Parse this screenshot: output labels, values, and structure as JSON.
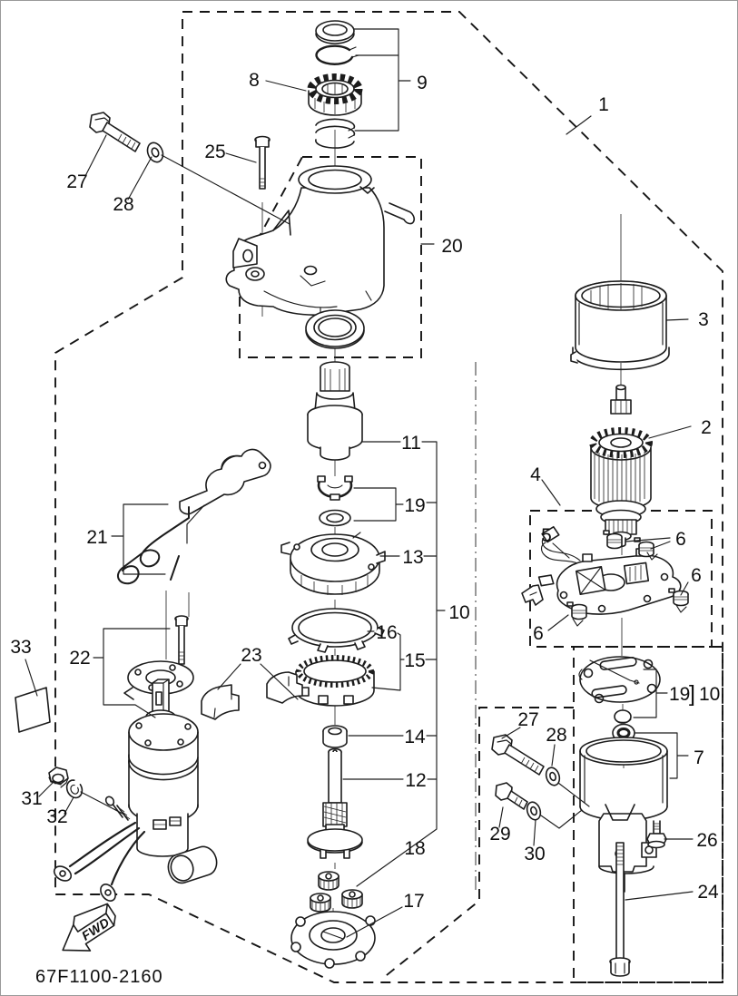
{
  "drawing": {
    "code": "67F1100-2160",
    "fwd_label": "FWD",
    "type": "exploded-parts-diagram"
  },
  "colors": {
    "background": "#ffffff",
    "line": "#1c1c1c",
    "label": "#0f0f0f",
    "frame": "#9a9a9a"
  },
  "callouts": {
    "c1": "1",
    "c2": "2",
    "c3": "3",
    "c4": "4",
    "c5": "5",
    "c6a": "6",
    "c6b": "6",
    "c6c": "6",
    "c7": "7",
    "c8": "8",
    "c9": "9",
    "c10": "10",
    "c11": "11",
    "c12": "12",
    "c13": "13",
    "c14": "14",
    "c15": "15",
    "c16": "16",
    "c17": "17",
    "c18": "18",
    "c19": "19",
    "c19b": "19",
    "c10b": "10",
    "bracket": "]",
    "c20": "20",
    "c21": "21",
    "c22": "22",
    "c23": "23",
    "c24": "24",
    "c25": "25",
    "c26": "26",
    "c27a": "27",
    "c27b": "27",
    "c28a": "28",
    "c28b": "28",
    "c29": "29",
    "c30": "30",
    "c31": "31",
    "c32": "32",
    "c33": "33"
  }
}
